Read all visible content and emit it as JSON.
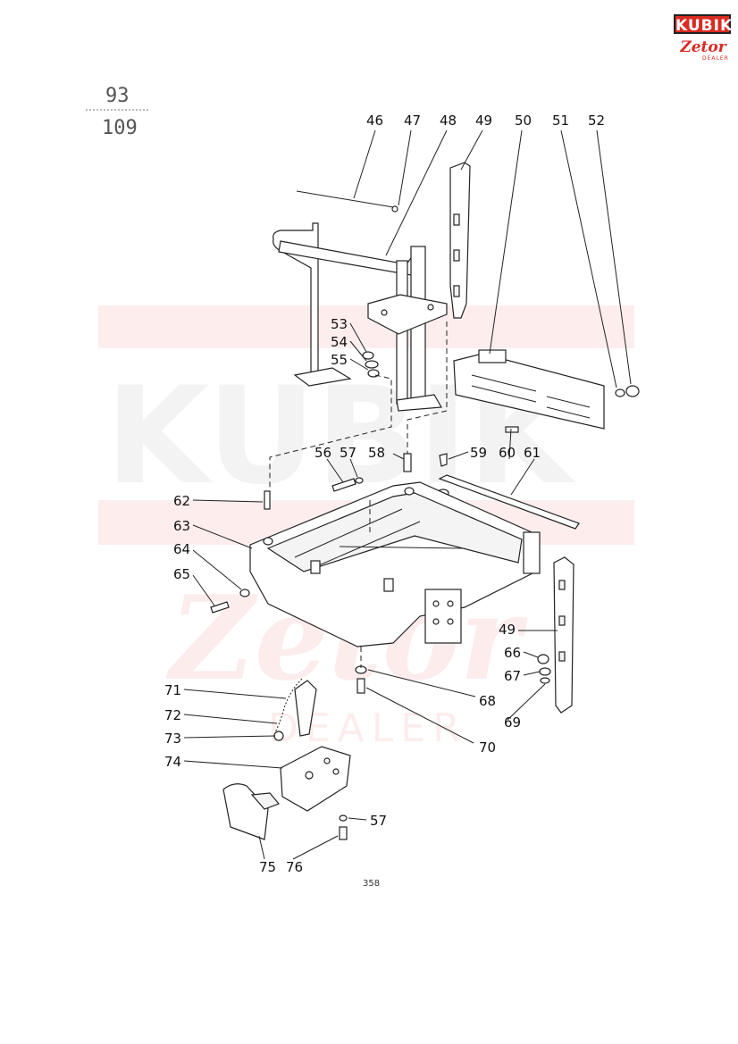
{
  "brand": {
    "top": "KUBIK",
    "bottom": "Zetor",
    "dealer": "DEALER",
    "colors": {
      "red": "#d92b22",
      "dark": "#222222"
    }
  },
  "header": {
    "group": "93",
    "sheet": "109"
  },
  "watermark": {
    "word1": "KUBIK",
    "word2": "Zetor",
    "word3": "DEALER"
  },
  "labels": {
    "p46": "46",
    "p47": "47",
    "p48": "48",
    "p49": "49",
    "p50": "50",
    "p51": "51",
    "p52": "52",
    "p53": "53",
    "p54": "54",
    "p55": "55",
    "p56": "56",
    "p57": "57",
    "p58": "58",
    "p59": "59",
    "p60": "60",
    "p61": "61",
    "p62": "62",
    "p63": "63",
    "p64": "64",
    "p65": "65",
    "p49b": "49",
    "p66": "66",
    "p67": "67",
    "p68": "68",
    "p69": "69",
    "p70": "70",
    "p71": "71",
    "p72": "72",
    "p73": "73",
    "p74": "74",
    "p57b": "57",
    "p75": "75",
    "p76": "76"
  },
  "page_number": "358"
}
